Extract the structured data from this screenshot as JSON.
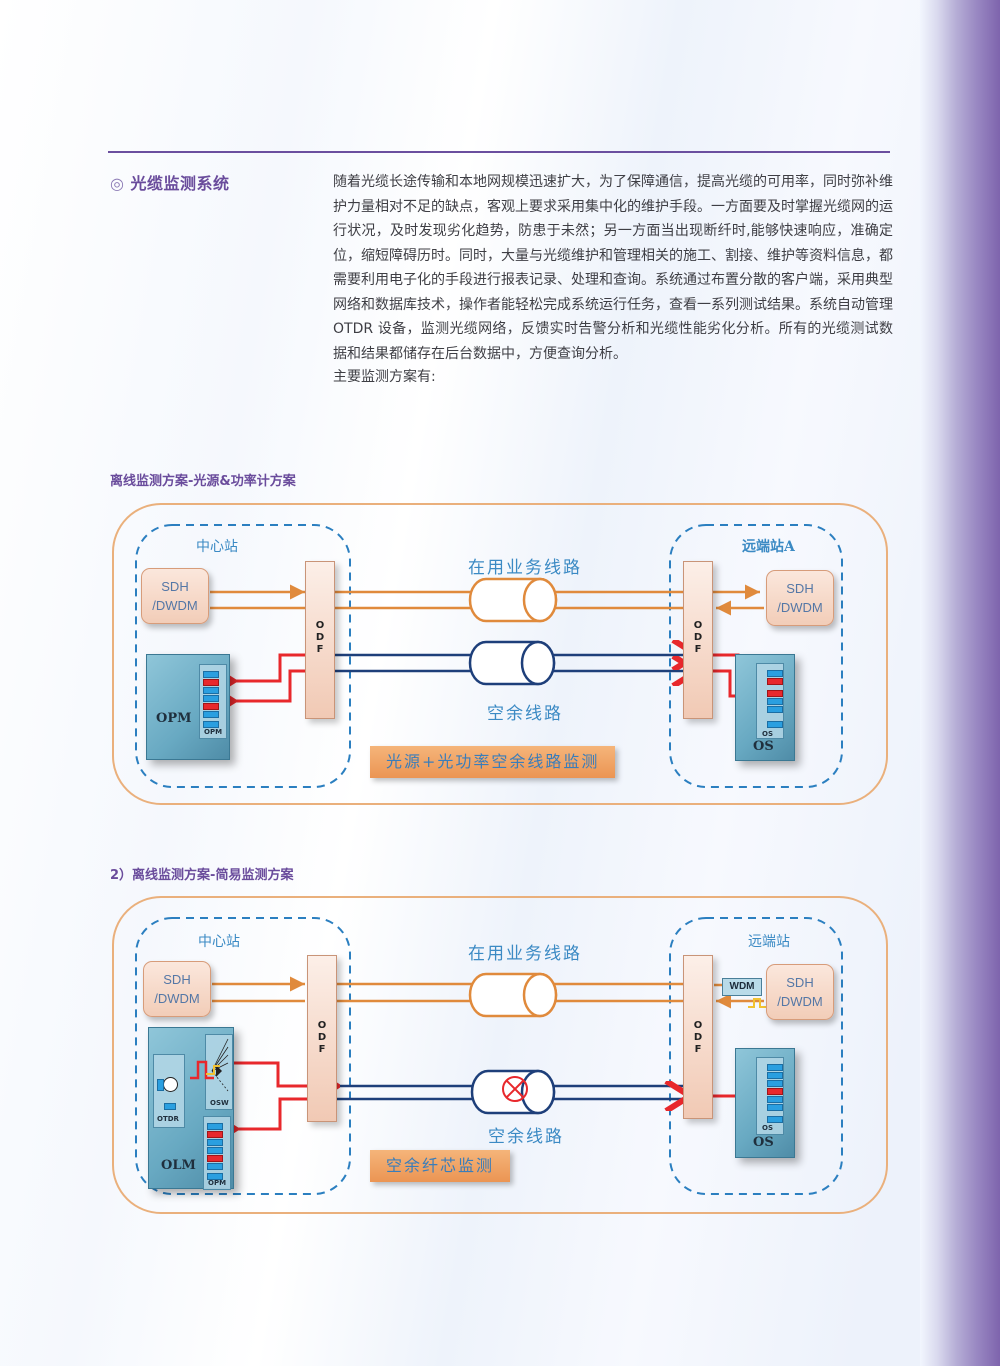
{
  "section": {
    "bullet": "◎",
    "title": "光缆监测系统",
    "body": "随着光缆长途传输和本地网规模迅速扩大，为了保障通信，提高光缆的可用率，同时弥补维护力量相对不足的缺点，客观上要求采用集中化的维护手段。一方面要及时掌握光缆网的运行状况，及时发现劣化趋势，防患于未然；另一方面当出现断纤时,能够快速响应，准确定位，缩短障碍历时。同时，大量与光缆维护和管理相关的施工、割接、维护等资料信息，都需要利用电子化的手段进行报表记录、处理和查询。系统通过布置分散的客户端，采用典型网络和数据库技术，操作者能轻松完成系统运行任务，查看一系列测试结果。系统自动管理 OTDR 设备，监测光缆网络，反馈实时告警分析和光缆性能劣化分析。所有的光缆测试数据和结果都储存在后台数据中，方便查询分析。",
    "lead": "主要监测方案有:"
  },
  "colors": {
    "accent_purple": "#6a4c9c",
    "service_line": "#e08a3c",
    "spare_line": "#1e3f7a",
    "monitor_signal": "#e8282c",
    "station_border": "#2b7fc0",
    "outer_border": "#eab07c"
  },
  "diagrams": [
    {
      "heading": "离线监测方案-光源&功率计方案",
      "center_station": "中心站",
      "remote_station": "远端站A",
      "service_line_label": "在用业务线路",
      "spare_line_label": "空余线路",
      "sdh_left": [
        "SDH",
        "/DWDM"
      ],
      "sdh_right": [
        "SDH",
        "/DWDM"
      ],
      "odf_label": [
        "O",
        "D",
        "F"
      ],
      "left_device": "OPM",
      "left_module": "OPM",
      "right_device": "OS",
      "right_module": "OS",
      "caption": "光源+光功率空余线路监测"
    },
    {
      "heading": "2）离线监测方案-简易监测方案",
      "center_station": "中心站",
      "remote_station": "远端站",
      "service_line_label": "在用业务线路",
      "spare_line_label": "空余线路",
      "sdh_left": [
        "SDH",
        "/DWDM"
      ],
      "sdh_right": [
        "SDH",
        "/DWDM"
      ],
      "odf_label": [
        "O",
        "D",
        "F"
      ],
      "wdm_label": "WDM",
      "left_device": "OLM",
      "otdr_module": "OTDR",
      "osw_module": "OSW",
      "opm_module": "OPM",
      "right_device": "OS",
      "right_module": "OS",
      "fault_icon": "fault-x-icon",
      "caption": "空余纤芯监测"
    }
  ]
}
